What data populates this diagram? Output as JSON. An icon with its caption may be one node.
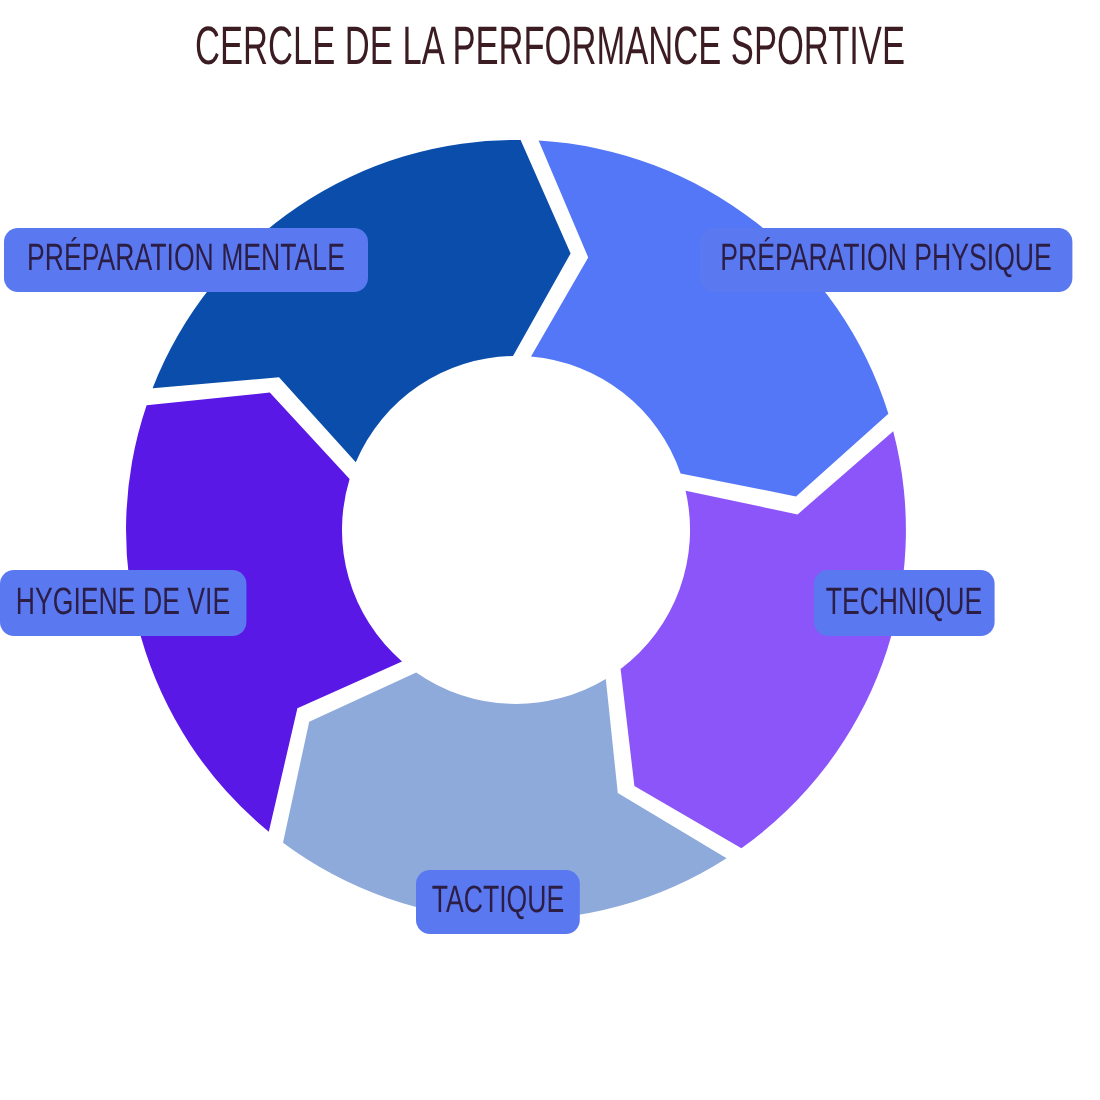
{
  "diagram": {
    "title": "CERCLE DE LA PERFORMANCE SPORTIVE",
    "nodes": [
      {
        "text": [
          "PRÉPARATION MENTALE"
        ]
      },
      {
        "text": [
          "PRÉPARATION PHYSIQUE"
        ]
      },
      {
        "text": [
          "TECHNIQUE"
        ]
      },
      {
        "text": [
          "TACTIQUE"
        ]
      },
      {
        "text": [
          "HYGIENE DE VIE"
        ]
      }
    ]
  }
}
